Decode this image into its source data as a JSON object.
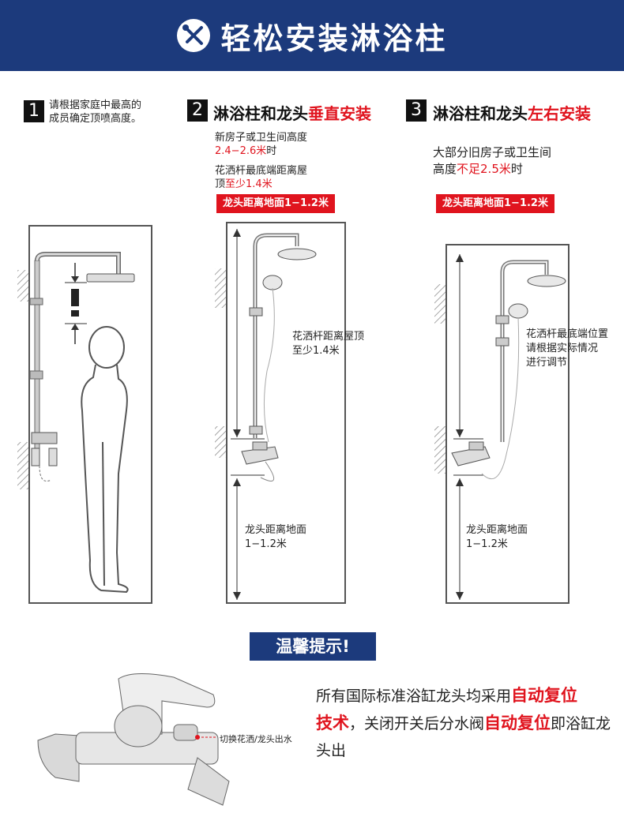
{
  "header": {
    "title": "轻松安装淋浴柱"
  },
  "step1": {
    "number": "1",
    "line1": "请根据家庭中最高的",
    "line2": "成员确定顶喷高度。"
  },
  "step2": {
    "number": "2",
    "title_plain": "淋浴柱和龙头",
    "title_red": "垂直安装",
    "note_line1": "新房子或卫生间高度",
    "note_value": "2.4−2.6米",
    "note_value_suffix": "时",
    "note_line3": "花洒杆最底端距离屋",
    "note_line4_plain": "顶",
    "note_line4_red": "至少1.4米",
    "tag": "龙头距离地面1−1.2米",
    "ann_top1": "花洒杆距离屋顶",
    "ann_top2": "至少1.4米",
    "ann_bottom1": "龙头距离地面",
    "ann_bottom2": "1−1.2米"
  },
  "step3": {
    "number": "3",
    "title_plain": "淋浴柱和龙头",
    "title_red": "左右安装",
    "note_line1": "大部分旧房子或卫生间",
    "note_line2_plain": "高度",
    "note_line2_red": "不足2.5米",
    "note_line2_suffix": "时",
    "tag": "龙头距离地面1−1.2米",
    "ann_top1": "花洒杆最底端位置",
    "ann_top2": "请根据实际情况",
    "ann_top3": "进行调节",
    "ann_bottom1": "龙头距离地面",
    "ann_bottom2": "1−1.2米"
  },
  "tip": {
    "title": "温馨提示!",
    "t1": "所有国际标准浴缸龙头均采用",
    "t2": "自动复位",
    "t3": "技术",
    "t4": "，关闭开关后分水阀",
    "t5": "自动复位",
    "t6": "即浴缸龙头出",
    "callout": "切换花洒/龙头出水"
  },
  "colors": {
    "banner": "#1c3a7c",
    "accent_red": "#e0141e"
  },
  "icons": {
    "banner_icon": "wrench-screwdriver-icon",
    "warning_icon": "exclamation-icon"
  }
}
